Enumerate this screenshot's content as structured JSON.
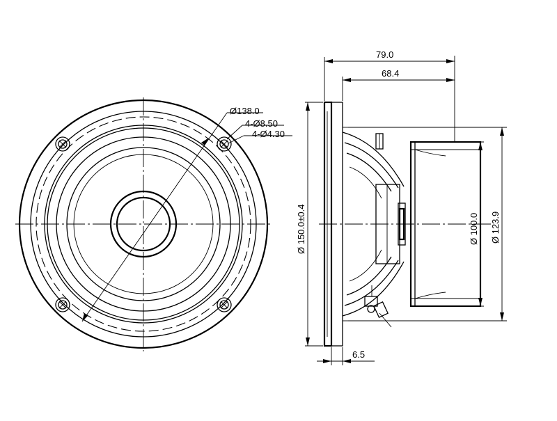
{
  "front_view": {
    "labels": {
      "outer_diameter": "Ø138.0",
      "mount_hole_outer": "4-Ø8.50",
      "mount_hole_inner": "4-Ø4.30"
    }
  },
  "side_view": {
    "dimensions": {
      "overall_depth": "79.0",
      "depth_from_flange": "68.4",
      "flange_thickness": "6.5",
      "frame_diameter": "Ø 150.0±0.4",
      "magnet_diameter": "Ø 100.0",
      "rear_diameter": "Ø 123.9"
    }
  }
}
